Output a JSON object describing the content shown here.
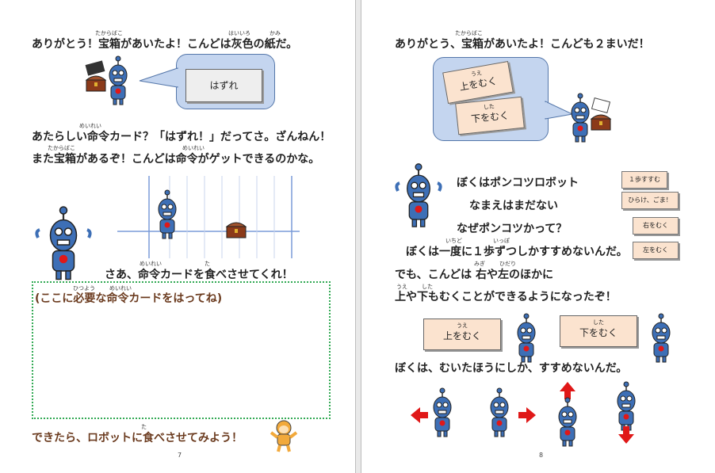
{
  "left": {
    "line1": "ありがとう！宝箱があいたよ！こんどは灰色の紙だ。",
    "ruby_takarabako1": "たからばこ",
    "ruby_haiiro": "はいいろ",
    "ruby_kami": "かみ",
    "bubble_card": "はずれ",
    "line2": "あたらしい命令カード？「はずれ！」だってさ。ざんねん！",
    "ruby_meirei1": "めいれい",
    "line3": "また宝箱があるぞ！こんどは命令がゲットできるのかな。",
    "ruby_takarabako2": "たからばこ",
    "ruby_meirei2": "めいれい",
    "line4": "さあ、命令カードを食べさせてくれ！",
    "ruby_meirei3": "めいれい",
    "ruby_ta1": "た",
    "box_text": "(ここに必要な命令カードをはってね)",
    "ruby_hitsuyou": "ひつよう",
    "ruby_meirei4": "めいれい",
    "line5": "できたら、ロボットに食べさせてみよう！",
    "ruby_ta2": "た",
    "page_number": "7"
  },
  "right": {
    "line1": "ありがとう、宝箱があいたよ！こんども２まいだ！",
    "ruby_takarabako": "たからばこ",
    "bubble_card1_ruby": "うえ",
    "bubble_card1": "上をむく",
    "bubble_card2_ruby": "した",
    "bubble_card2": "下をむく",
    "poem1": "ぼくはポンコツロボット",
    "poem2": "なまえはまだない",
    "poem3": "なぜポンコツかって？",
    "poem4": "ぼくは一度に１歩ずつしかすすめないんだ。",
    "ruby_ichido": "いちど",
    "ruby_ippo": "いっぽ",
    "side_cards": [
      "１歩すすむ",
      "ひらけ、ごま！",
      "右をむく",
      "左をむく"
    ],
    "line5": "でも、こんどは 右や左のほかに",
    "ruby_migi": "みぎ",
    "ruby_hidari": "ひだり",
    "line6": "上や下もむくことができるようになったぞ！",
    "ruby_ue": "うえ",
    "ruby_shita": "した",
    "card_up_ruby": "うえ",
    "card_up": "上をむく",
    "card_down_ruby": "した",
    "card_down": "下をむく",
    "line7": "ぼくは、むいたほうにしか、すすめないんだ。",
    "page_number": "8"
  },
  "colors": {
    "bubble": "#c4d5ef",
    "card": "#fbe3cf",
    "robot_blue": "#3d6fb6",
    "arrow_red": "#e01818",
    "dotted_green": "#33aa55",
    "text_brown": "#6b3b1f"
  },
  "icons": [
    "robot-icon",
    "treasure-chest-icon",
    "arrow-icon",
    "monkey-icon"
  ]
}
